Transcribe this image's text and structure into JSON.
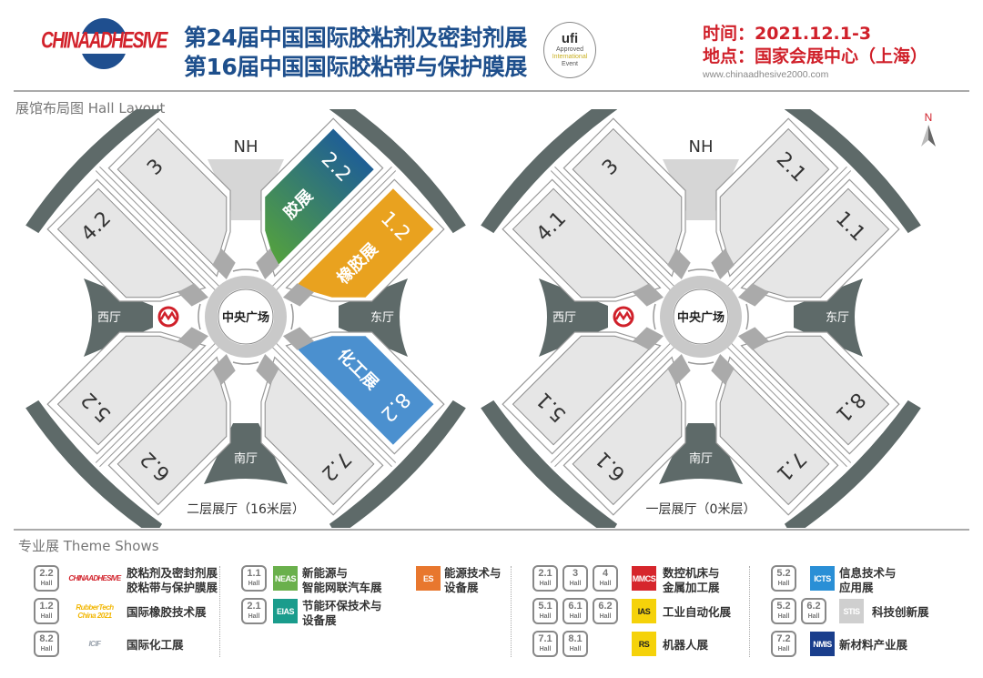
{
  "header": {
    "logo_text": "CHINAADHESIVE",
    "title_line1": "第24届中国国际胶粘剂及密封剂展",
    "title_line2": "第16届中国国际胶粘带与保护膜展",
    "ufi_badge": {
      "name": "ufi",
      "line1": "Approved",
      "line2": "International",
      "line3": "Event"
    },
    "date": "时间：2021.12.1-3",
    "venue": "地点：国家会展中心（上海）",
    "url": "www.chinaadhesive2000.com"
  },
  "layout_section": {
    "heading": "展馆布局图 Hall Layout",
    "compass": "N",
    "colors": {
      "hall": "#e6e6e6",
      "hall_stroke": "#8a8a8a",
      "dark": "#5e6a69",
      "light_funnel": "#d6d6d6",
      "metro": "#d0202a"
    },
    "maps": [
      {
        "floor_label": "二层展厅（16米层）",
        "plaza": "中央广场",
        "north": "NH",
        "east": "东厅",
        "south": "南厅",
        "west": "西厅",
        "halls": [
          {
            "number": "2.2",
            "theme": "胶展",
            "fill": "#55a33c",
            "fill2": "#1f5f95"
          },
          {
            "number": "1.2",
            "theme": "橡胶展",
            "fill": "#e9a21f"
          },
          {
            "number": "8.2",
            "theme": "化工展",
            "fill": "#4b90cf"
          },
          {
            "number": "7.2"
          },
          {
            "number": "6.2"
          },
          {
            "number": "5.2"
          },
          {
            "number": "4.2"
          },
          {
            "number": "3"
          }
        ]
      },
      {
        "floor_label": "一层展厅（0米层）",
        "plaza": "中央广场",
        "north": "NH",
        "east": "东厅",
        "south": "南厅",
        "west": "西厅",
        "halls": [
          {
            "number": "2.1"
          },
          {
            "number": "1.1"
          },
          {
            "number": "8.1"
          },
          {
            "number": "7.1"
          },
          {
            "number": "6.1"
          },
          {
            "number": "5.1"
          },
          {
            "number": "4.1"
          },
          {
            "number": "3"
          }
        ]
      }
    ]
  },
  "theme_section": {
    "heading": "专业展 Theme Shows",
    "hall_word": "Hall",
    "items": [
      {
        "halls": [
          "2.2"
        ],
        "logo": "CHINAADHESIVE",
        "logo_color": "#d2222b",
        "name1": "胶粘剂及密封剂展",
        "name2": "胶粘带与保护膜展"
      },
      {
        "halls": [
          "1.2"
        ],
        "logo": "RubberTech China 2021",
        "logo_color": "#f2b705",
        "name1": "国际橡胶技术展",
        "name2": ""
      },
      {
        "halls": [
          "8.2"
        ],
        "logo": "ICIF",
        "logo_color": "#9aa3ad",
        "name1": "国际化工展",
        "name2": ""
      },
      {
        "halls": [
          "1.1"
        ],
        "logo": "NEAS",
        "logo_color": "#6ab04c",
        "name1": "新能源与",
        "name2": "智能网联汽车展"
      },
      {
        "halls": [
          "2.1"
        ],
        "logo": "EIAS",
        "logo_color": "#1a9c8c",
        "name1": "节能环保技术与",
        "name2": "设备展"
      },
      {
        "halls": [],
        "logo": "ES",
        "logo_color": "#e8772e",
        "name1": "能源技术与",
        "name2": "设备展"
      },
      {
        "halls": [
          "2.1",
          "3",
          "4"
        ],
        "logo": "MMCS",
        "logo_color": "#d6262c",
        "name1": "数控机床与",
        "name2": "金属加工展"
      },
      {
        "halls": [
          "5.1",
          "6.1",
          "6.2"
        ],
        "logo": "IAS",
        "logo_color": "#f5d20a",
        "name1": "工业自动化展",
        "name2": ""
      },
      {
        "halls": [
          "7.1",
          "8.1"
        ],
        "logo": "RS",
        "logo_color": "#f5d20a",
        "name1": "机器人展",
        "name2": ""
      },
      {
        "halls": [
          "5.2"
        ],
        "logo": "ICTS",
        "logo_color": "#2a8fd6",
        "name1": "信息技术与",
        "name2": "应用展"
      },
      {
        "halls": [
          "5.2",
          "6.2"
        ],
        "logo": "STIS",
        "logo_color": "#cfcfcf",
        "name1": "科技创新展",
        "name2": ""
      },
      {
        "halls": [
          "7.2"
        ],
        "logo": "NMIS",
        "logo_color": "#1a3e8c",
        "name1": "新材料产业展",
        "name2": ""
      }
    ]
  }
}
